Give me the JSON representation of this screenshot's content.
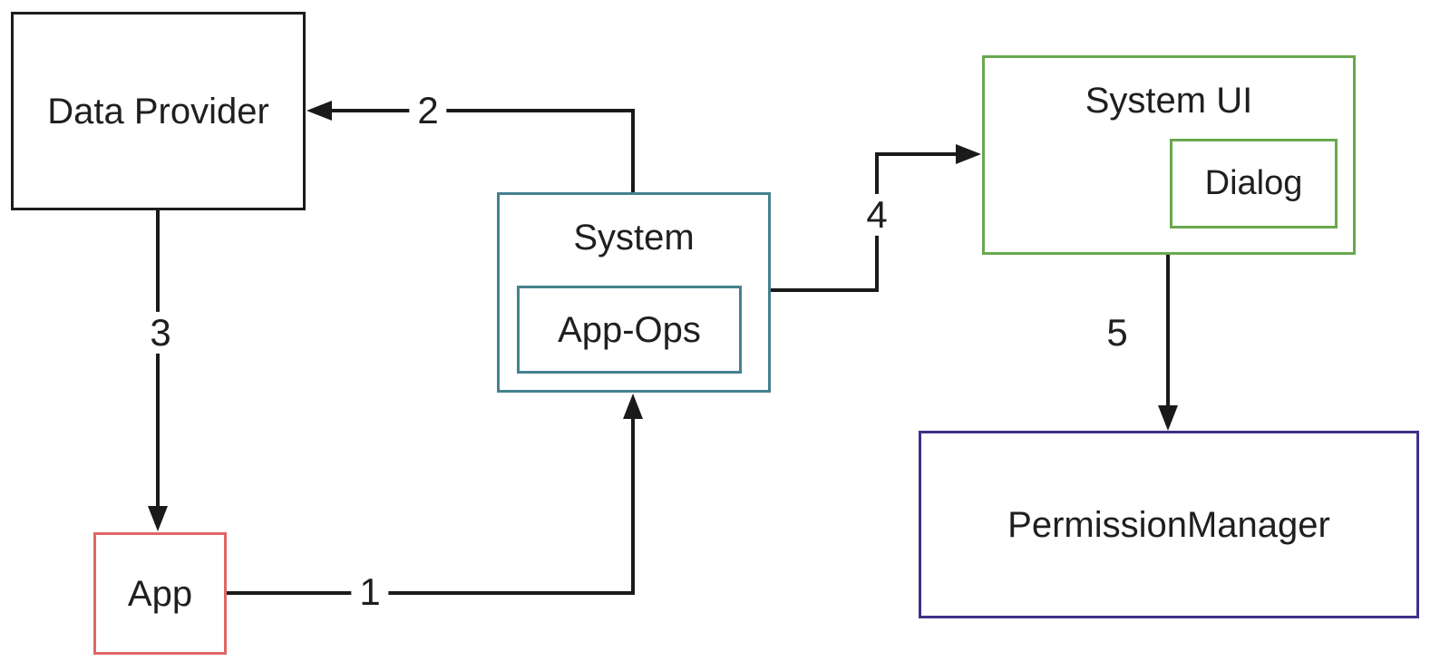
{
  "diagram": {
    "title": "App permission flow diagram",
    "background_color": "#ffffff",
    "arrow_color": "#1a1a1a",
    "nodes": {
      "data_provider": {
        "label": "Data Provider",
        "border_color": "#1c1c1c"
      },
      "system": {
        "label": "System",
        "border_color": "#45818e"
      },
      "app_ops": {
        "label": "App-Ops",
        "border_color": "#45818e",
        "parent": "system"
      },
      "system_ui": {
        "label": "System UI",
        "border_color": "#6aa84f"
      },
      "dialog": {
        "label": "Dialog",
        "border_color": "#6aa84f",
        "parent": "system_ui"
      },
      "permission_manager": {
        "label": "PermissionManager",
        "border_color": "#3d3189"
      },
      "app": {
        "label": "App",
        "border_color": "#e06666"
      }
    },
    "edges": [
      {
        "label": "1",
        "from": "app",
        "to": "system"
      },
      {
        "label": "2",
        "from": "system",
        "to": "data_provider"
      },
      {
        "label": "3",
        "from": "data_provider",
        "to": "app"
      },
      {
        "label": "4",
        "from": "system",
        "to": "system_ui"
      },
      {
        "label": "5",
        "from": "system_ui",
        "to": "permission_manager"
      }
    ]
  }
}
